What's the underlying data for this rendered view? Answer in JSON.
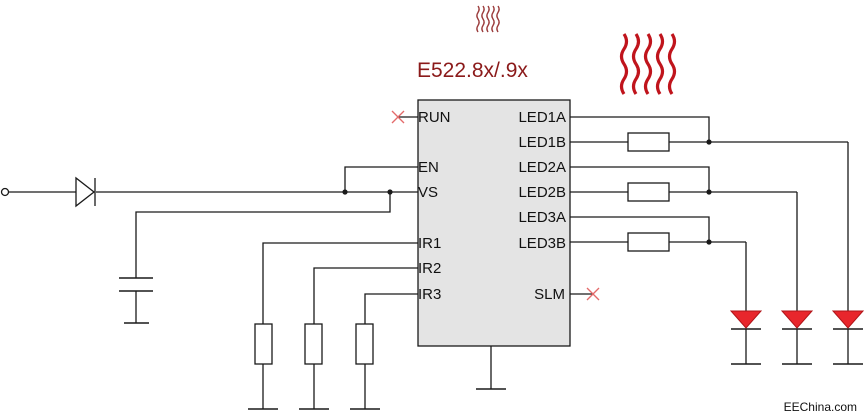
{
  "title": "E522.8x/.9x",
  "credit": "EEChina.com",
  "colors": {
    "chip_fill": "#e4e4e4",
    "wire": "#1a1a1a",
    "heat": "#c0141c",
    "heat_light": "#9a3a3a",
    "led": "#e8262c",
    "nc_mark": "#e46a6a",
    "title": "#8b1a1a"
  },
  "chip": {
    "left_pins": [
      "RUN",
      "EN",
      "VS",
      "IR1",
      "IR2",
      "IR3"
    ],
    "right_pins": [
      "LED1A",
      "LED1B",
      "LED2A",
      "LED2B",
      "LED3A",
      "LED3B",
      "SLM"
    ]
  },
  "icons": {
    "heat_small": "heat-wave-icon",
    "heat_large": "heat-wave-icon",
    "diode": "diode-icon",
    "capacitor": "capacitor-icon",
    "resistor": "resistor-icon",
    "led": "led-icon",
    "ground": "ground-icon",
    "no_connect": "no-connect-icon",
    "input_terminal": "terminal-icon"
  }
}
